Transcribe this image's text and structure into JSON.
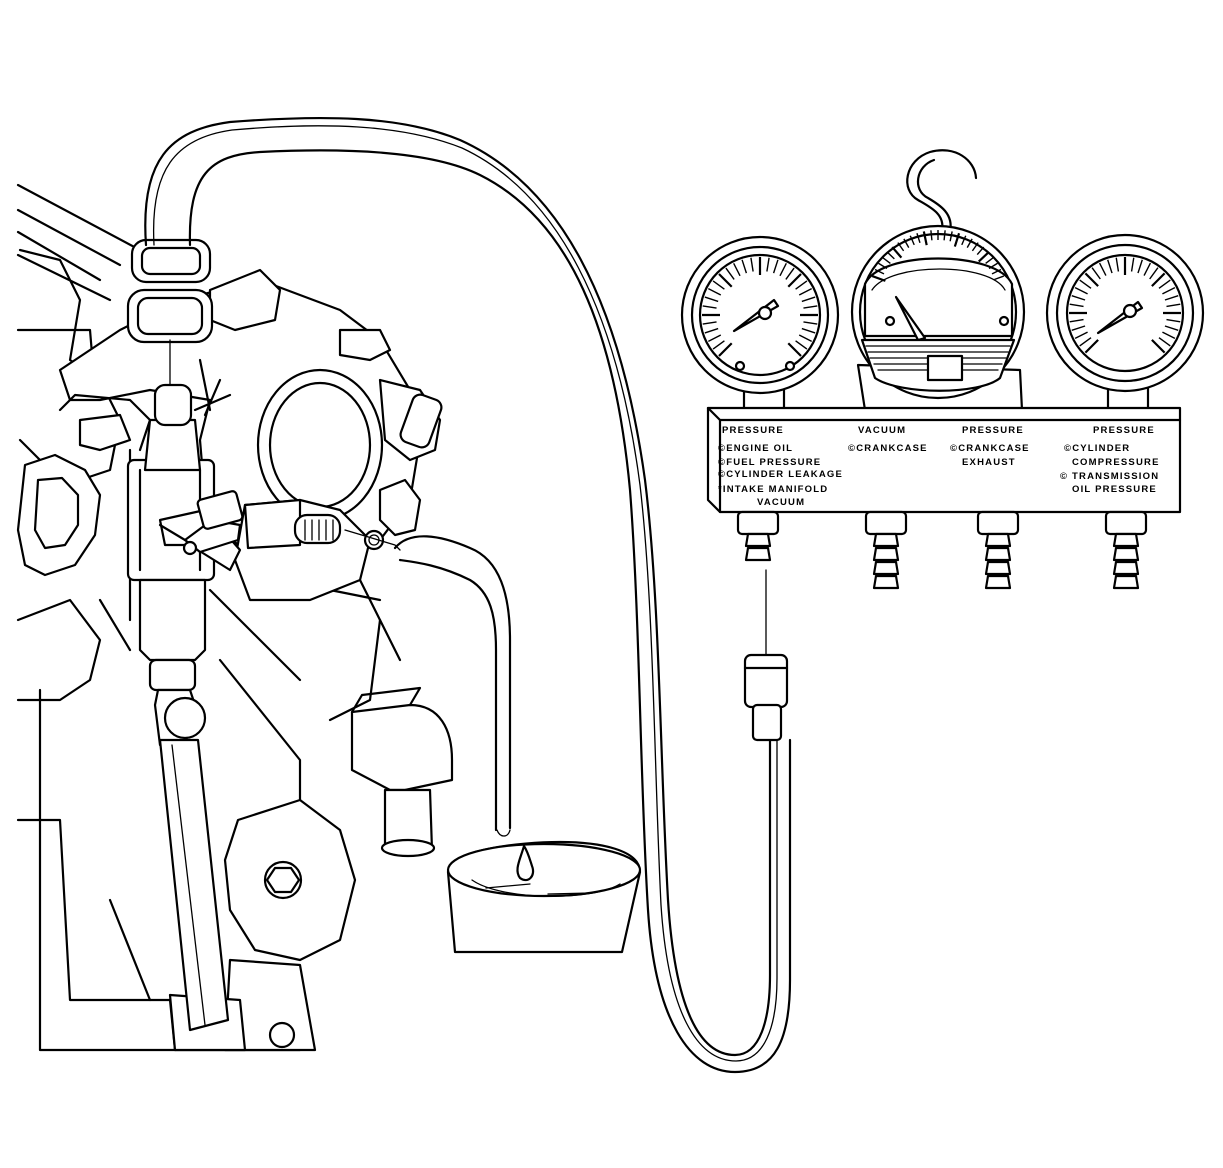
{
  "manifold": {
    "headers": [
      "PRESSURE",
      "VACUUM",
      "PRESSURE",
      "PRESSURE"
    ],
    "col1": [
      "©ENGINE OIL",
      "©FUEL PRESSURE",
      "©CYLINDER LEAKAGE",
      "*INTAKE MANIFOLD",
      "VACUUM"
    ],
    "col2": [
      "©CRANKCASE"
    ],
    "col3": [
      "©CRANKCASE",
      "EXHAUST"
    ],
    "col4": [
      "©CYLINDER",
      "COMPRESSURE",
      "© TRANSMISSION",
      "OIL PRESSURE"
    ]
  }
}
